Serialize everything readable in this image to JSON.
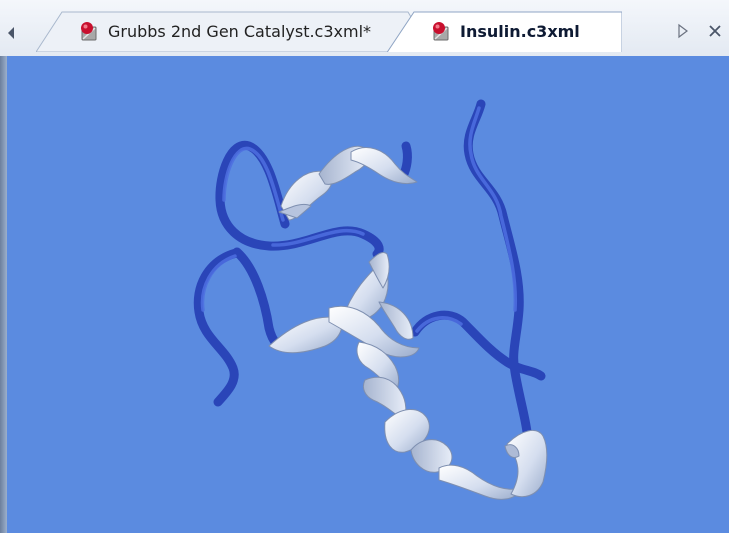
{
  "tabs": [
    {
      "label": "Grubbs 2nd Gen Catalyst.c3xml*",
      "active": false,
      "icon": "document-icon"
    },
    {
      "label": "Insulin.c3xml",
      "active": true,
      "icon": "document-icon"
    }
  ],
  "controls": {
    "scroll_left_icon": "triangle-left-icon",
    "scroll_right_icon": "triangle-right-outline-icon",
    "close_icon": "close-icon"
  },
  "viewport": {
    "background": "#5b8be0",
    "model": "protein-ribbon-structure",
    "colors": {
      "coil": "#2d4fc4",
      "helix": "#dfe7f6"
    }
  }
}
